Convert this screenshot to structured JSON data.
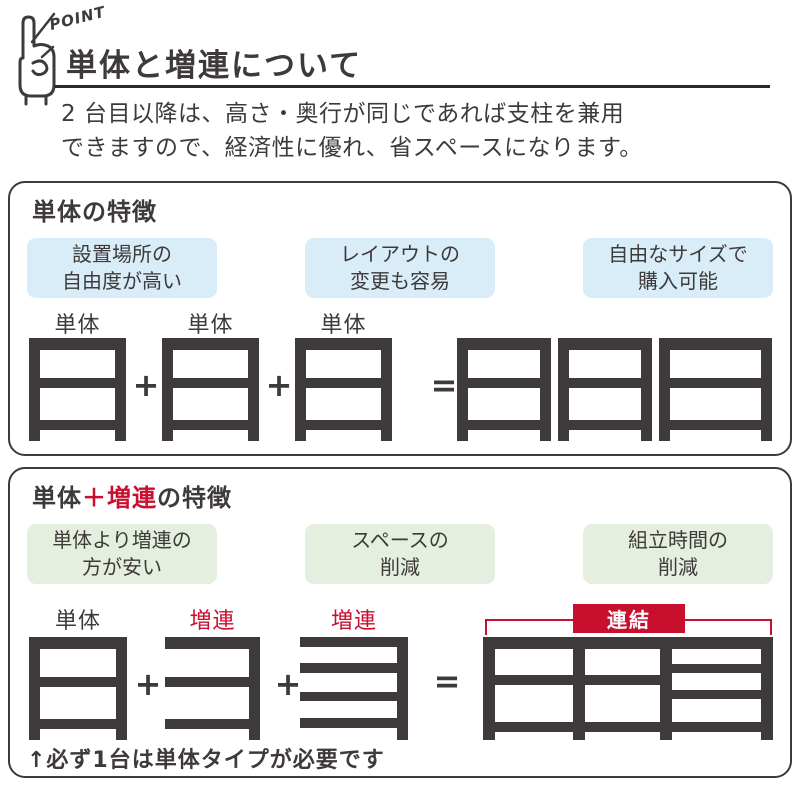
{
  "colors": {
    "ink": "#3e3a39",
    "accent_red": "#c8102e",
    "feature_blue": "#d9edf8",
    "feature_green": "#e4efe0"
  },
  "header": {
    "point": "POINT",
    "title": "単体と増連について",
    "desc_line1": "2 台目以降は、高さ・奥行が同じであれば支柱を兼用",
    "desc_line2": "できますので、経済性に優れ、省スペースになります。"
  },
  "ops": {
    "plus": "+",
    "equals": "="
  },
  "standalone": {
    "title": "単体の特徴",
    "features": [
      {
        "line1": "設置場所の",
        "line2": "自由度が高い"
      },
      {
        "line1": "レイアウトの",
        "line2": "変更も容易"
      },
      {
        "line1": "自由なサイズで",
        "line2": "購入可能"
      }
    ],
    "labels": [
      "単体",
      "単体",
      "単体"
    ]
  },
  "combo": {
    "title_black1": "単体",
    "title_red": "＋増連",
    "title_black2": "の特徴",
    "features": [
      {
        "line1": "単体より増連の",
        "line2": "方が安い"
      },
      {
        "line1": "スペースの",
        "line2": "削減"
      },
      {
        "line1": "組立時間の",
        "line2": "削減"
      }
    ],
    "labels": [
      "単体",
      "増連",
      "増連"
    ],
    "connect_label": "連結",
    "note": "↑必ず1台は単体タイプが必要です"
  }
}
